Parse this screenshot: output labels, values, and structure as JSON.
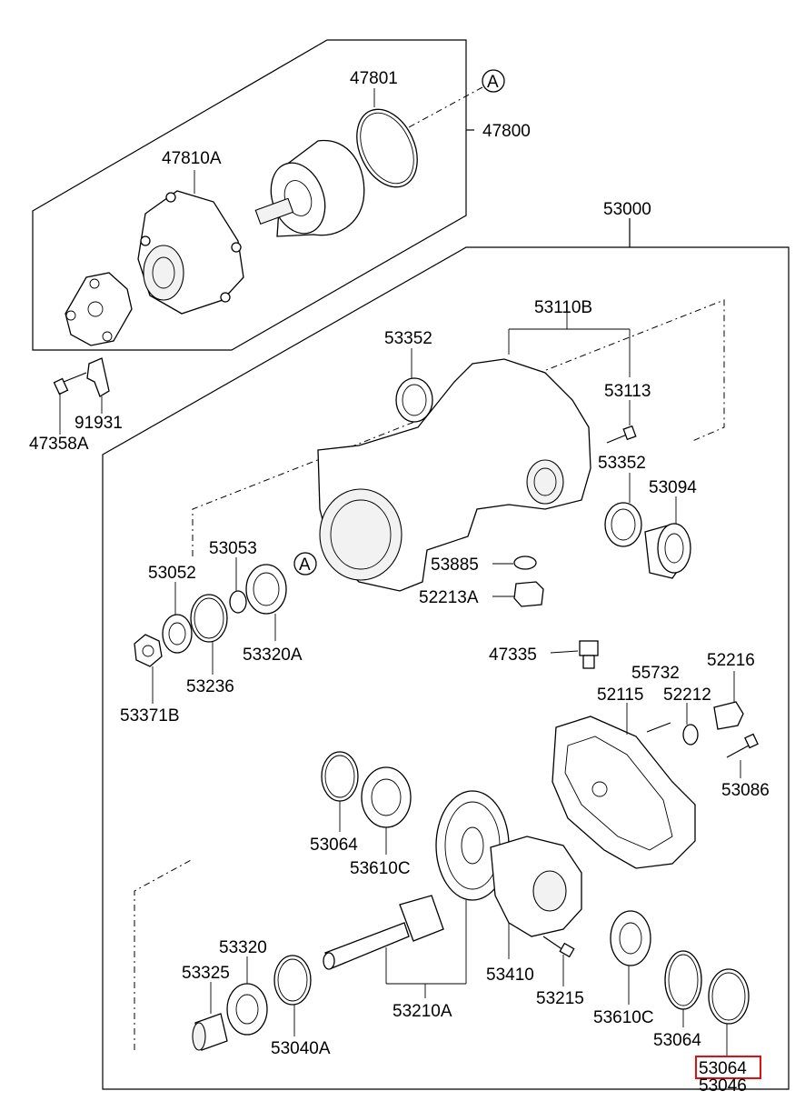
{
  "colors": {
    "highlight": "#e01010",
    "line": "#000000",
    "background": "#ffffff"
  },
  "labels": {
    "p47801": "47801",
    "p47800": "47800",
    "p47810A": "47810A",
    "refA_top": "A",
    "p53000": "53000",
    "p53110B": "53110B",
    "p53352_top": "53352",
    "p53113": "53113",
    "p91931": "91931",
    "p47358A": "47358A",
    "p53352_right": "53352",
    "p53094": "53094",
    "p53053": "53053",
    "p53052": "53052",
    "refA_mid": "A",
    "p53885": "53885",
    "p52213A": "52213A",
    "p53320A": "53320A",
    "p53236": "53236",
    "p53371B": "53371B",
    "p47335": "47335",
    "p55732": "55732",
    "p52216": "52216",
    "p52115": "52115",
    "p52212": "52212",
    "p53086": "53086",
    "p53064_mid": "53064",
    "p53610C_mid": "53610C",
    "p53320": "53320",
    "p53325": "53325",
    "p53410": "53410",
    "p53215": "53215",
    "p53610C_right": "53610C",
    "p53064_right": "53064",
    "p53040A": "53040A",
    "p53210A": "53210A",
    "p53064_highlight": "53064",
    "p53046": "53046"
  }
}
